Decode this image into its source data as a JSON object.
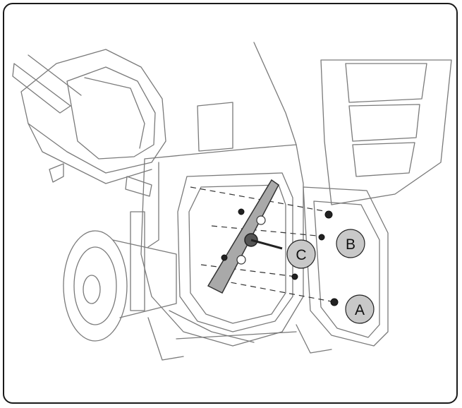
{
  "callouts": [
    {
      "id": "A",
      "label": "A"
    },
    {
      "id": "B",
      "label": "B"
    },
    {
      "id": "C",
      "label": "C"
    }
  ],
  "colors": {
    "frame": "#1a1a1a",
    "line": "#7a7a7a",
    "blade": "#a9a9a9",
    "callout_fill": "#c8c8c8",
    "hardware": "#222222"
  }
}
